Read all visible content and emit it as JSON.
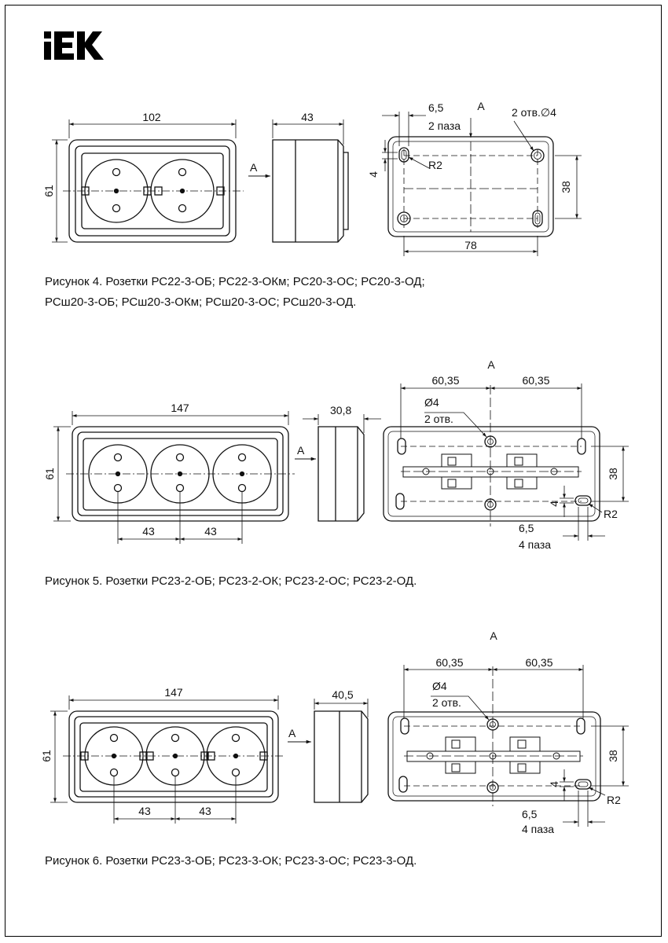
{
  "brand": {
    "logo_text": "IEK"
  },
  "figures": [
    {
      "id": "fig4",
      "caption_lines": [
        "Рисунок 4. Розетки РС22-3-ОБ; РС22-3-ОКм; РС20-3-ОС; РС20-3-ОД;",
        "РСш20-3-ОБ; РСш20-3-ОКм; РСш20-3-ОС; РСш20-3-ОД."
      ],
      "front": {
        "width": "102",
        "height": "61"
      },
      "side": {
        "depth": "43",
        "view": "А"
      },
      "back": {
        "view": "А",
        "slot_width": "6,5",
        "slots": "2 паза",
        "holes": "2 отв.∅4",
        "radius": "R2",
        "offset": "4",
        "height": "38",
        "span": "78"
      }
    },
    {
      "id": "fig5",
      "caption_lines": [
        "Рисунок 5. Розетки РС23-2-ОБ; РС23-2-ОК; РС23-2-ОС; РС23-2-ОД."
      ],
      "front": {
        "width": "147",
        "height": "61",
        "pitch_1": "43",
        "pitch_2": "43"
      },
      "side": {
        "depth": "30,8",
        "view": "А"
      },
      "back": {
        "view": "А",
        "span_left": "60,35",
        "span_right": "60,35",
        "hole_diameter": "Ø4",
        "holes": "2 отв.",
        "height": "38",
        "offset": "4",
        "radius": "R2",
        "slot_width": "6,5",
        "slots": "4 паза"
      }
    },
    {
      "id": "fig6",
      "caption_lines": [
        "Рисунок 6. Розетки РС23-3-ОБ; РС23-3-ОК; РС23-3-ОС; РС23-3-ОД."
      ],
      "front": {
        "width": "147",
        "height": "61",
        "pitch_1": "43",
        "pitch_2": "43"
      },
      "side": {
        "depth": "40,5",
        "view": "А"
      },
      "back": {
        "view": "А",
        "span_left": "60,35",
        "span_right": "60,35",
        "hole_diameter": "Ø4",
        "holes": "2 отв.",
        "height": "38",
        "offset": "4",
        "radius": "R2",
        "slot_width": "6,5",
        "slots": "4 паза"
      }
    }
  ]
}
